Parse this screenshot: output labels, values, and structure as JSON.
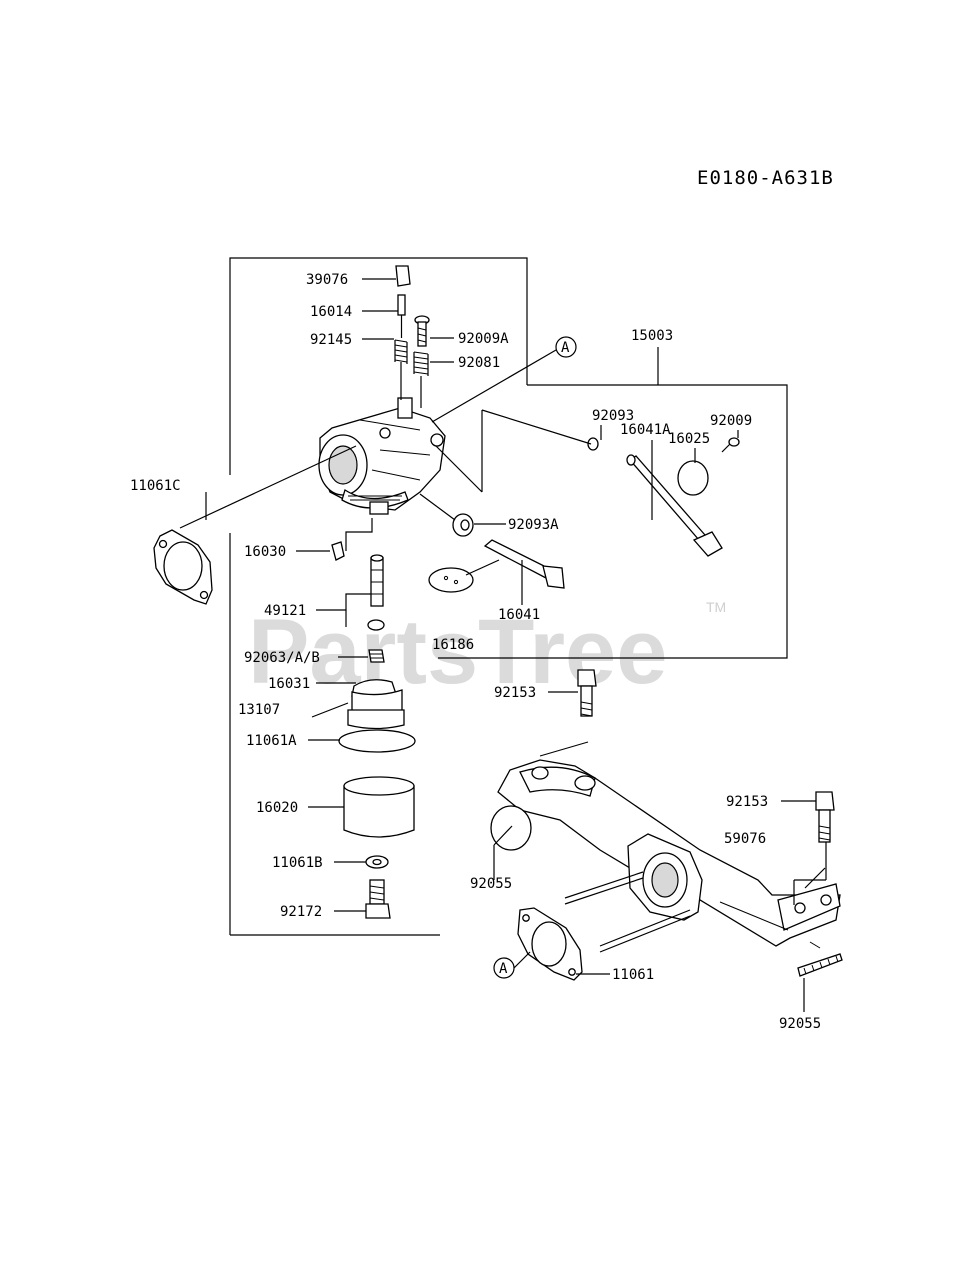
{
  "diagram_code": "E0180-A631B",
  "watermark": "PartsTree",
  "watermark_mark": "TM",
  "callout_letter": "A",
  "part_labels": {
    "p39076": "39076",
    "p16014": "16014",
    "p92145": "92145",
    "p92009A": "92009A",
    "p92081": "92081",
    "p15003": "15003",
    "p92093": "92093",
    "p92009": "92009",
    "p16025": "16025",
    "p16041A": "16041A",
    "p11061C": "11061C",
    "p92093A": "92093A",
    "p16030": "16030",
    "p49121": "49121",
    "p16041": "16041",
    "p16186": "16186",
    "p92063AB": "92063/A/B",
    "p16031": "16031",
    "p92153a": "92153",
    "p13107": "13107",
    "p11061A": "11061A",
    "p16020": "16020",
    "p92153b": "92153",
    "p59076": "59076",
    "p92055a": "92055",
    "p11061B": "11061B",
    "p92172": "92172",
    "p11061": "11061",
    "p92055b": "92055"
  }
}
